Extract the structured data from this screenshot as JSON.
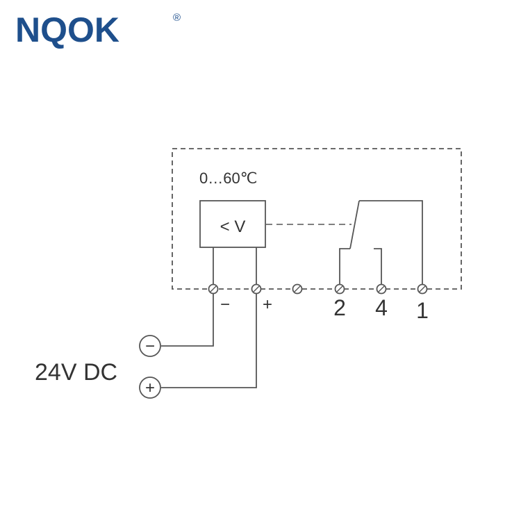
{
  "brand": {
    "name": "NQOK",
    "registered_mark": "®",
    "color": "#1e4f8c"
  },
  "diagram": {
    "temperature_range": "0…60℃",
    "comparator_label": "< V",
    "terminals": {
      "minus": "−",
      "plus": "+",
      "t2": "2",
      "t4": "4",
      "t1": "1"
    },
    "supply_label": "24V DC",
    "supply_minus_symbol": "−",
    "supply_plus_symbol": "+",
    "line_color": "#555555"
  }
}
